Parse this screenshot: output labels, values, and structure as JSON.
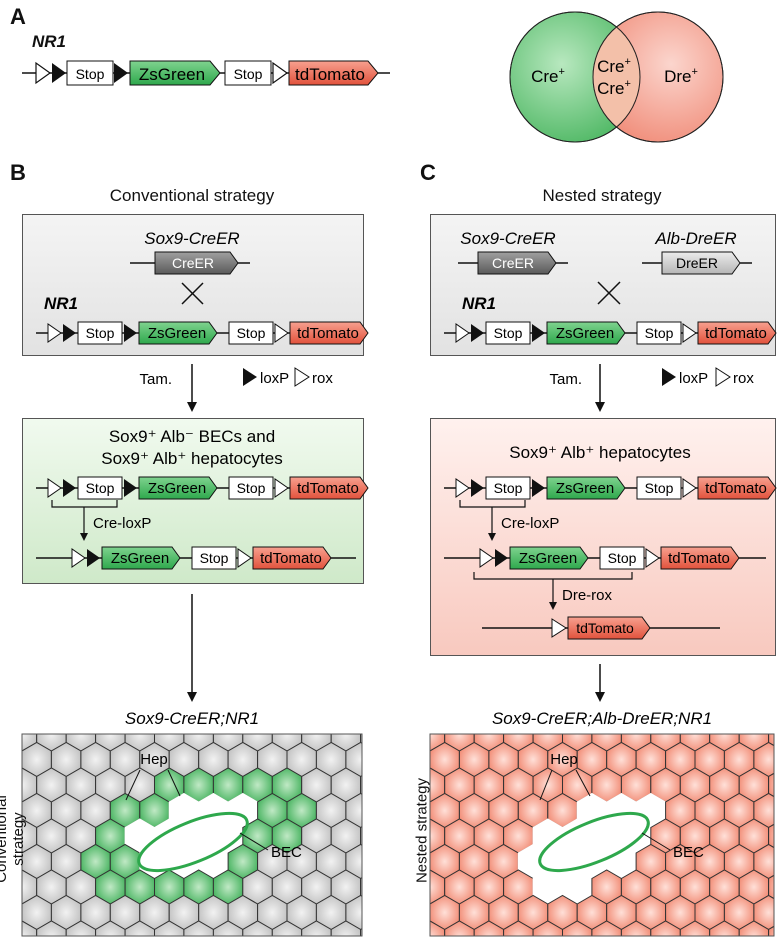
{
  "panelA": {
    "letter": "A",
    "construct_name": "NR1",
    "stop": "Stop",
    "zsgreen": "ZsGreen",
    "tdtomato": "tdTomato",
    "venn": {
      "left": "Cre",
      "center_top": "Cre",
      "center_bottom": "Cre",
      "right": "Dre",
      "superscript": "+"
    }
  },
  "panelB": {
    "letter": "B",
    "title": "Conventional strategy",
    "driver": "Sox9-CreER",
    "driver_box": "CreER",
    "construct_name": "NR1",
    "tam": "Tam.",
    "legend_loxp": "loxP",
    "legend_rox": "rox",
    "cell_line1": "Sox9⁺ Alb⁻ BECs and",
    "cell_line2": "Sox9⁺ Alb⁺ hepatocytes",
    "recomb": "Cre-loxP",
    "mouse": "Sox9-CreER;NR1",
    "side_label": "Conventional strategy",
    "hep": "Hep",
    "bec": "BEC"
  },
  "panelC": {
    "letter": "C",
    "title": "Nested strategy",
    "driver1": "Sox9-CreER",
    "driver1_box": "CreER",
    "driver2": "Alb-DreER",
    "driver2_box": "DreER",
    "construct_name": "NR1",
    "tam": "Tam.",
    "legend_loxp": "loxP",
    "legend_rox": "rox",
    "cell_line": "Sox9⁺ Alb⁺ hepatocytes",
    "recomb1": "Cre-loxP",
    "recomb2": "Dre-rox",
    "mouse": "Sox9-CreER;Alb-DreER;NR1",
    "side_label": "Nested strategy",
    "hep": "Hep",
    "bec": "BEC"
  },
  "colors": {
    "green": "#3cb45a",
    "red": "#e8604c",
    "grey_cell": "#c8c8c8",
    "venn_green": "#7dcf8c",
    "venn_red": "#f4a596"
  }
}
